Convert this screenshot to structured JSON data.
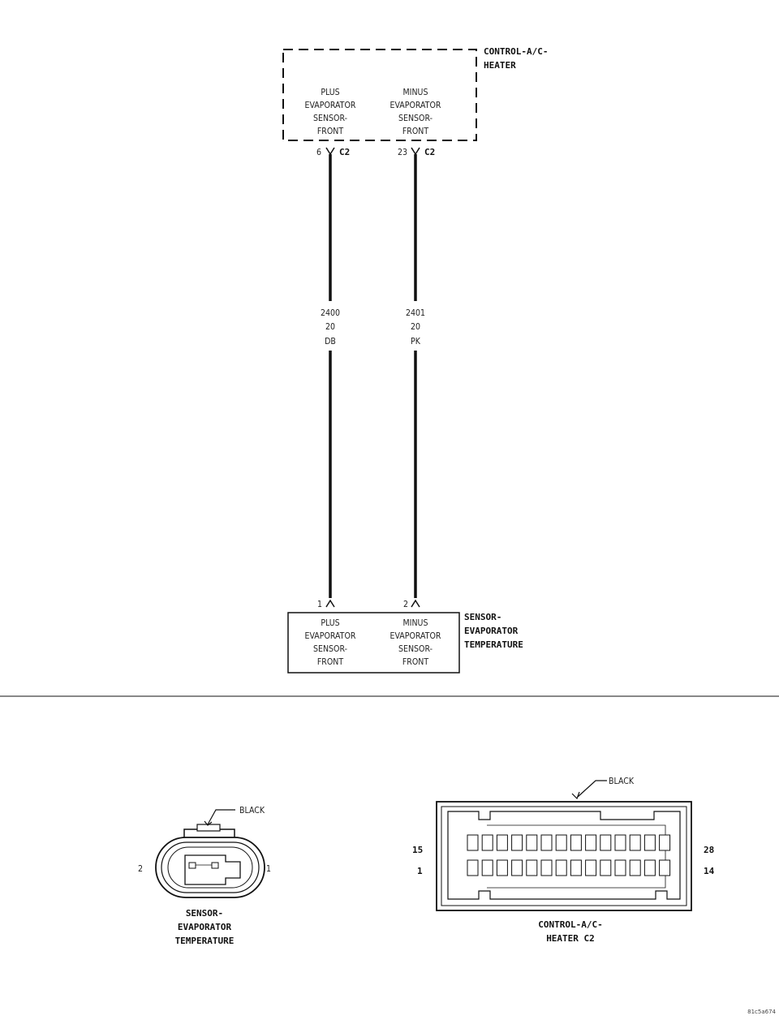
{
  "top_module": {
    "title_lines": [
      "CONTROL-A/C-",
      "HEATER"
    ],
    "left_label": [
      "PLUS",
      "EVAPORATOR",
      "SENSOR-",
      "FRONT"
    ],
    "right_label": [
      "MINUS",
      "EVAPORATOR",
      "SENSOR-",
      "FRONT"
    ]
  },
  "top_pins": {
    "left_pin": "6",
    "left_connector": "C2",
    "right_pin": "23",
    "right_connector": "C2"
  },
  "wires": [
    {
      "circuit": "2400",
      "gauge": "20",
      "color": "DB"
    },
    {
      "circuit": "2401",
      "gauge": "20",
      "color": "PK"
    }
  ],
  "bottom_pins": {
    "left_pin": "1",
    "right_pin": "2"
  },
  "bottom_module": {
    "title_lines": [
      "SENSOR-",
      "EVAPORATOR",
      "TEMPERATURE"
    ],
    "left_label": [
      "PLUS",
      "EVAPORATOR",
      "SENSOR-",
      "FRONT"
    ],
    "right_label": [
      "MINUS",
      "EVAPORATOR",
      "SENSOR-",
      "FRONT"
    ]
  },
  "sensor_connector": {
    "color_label": "BLACK",
    "pin_left": "2",
    "pin_right": "1",
    "caption_lines": [
      "SENSOR-",
      "EVAPORATOR",
      "TEMPERATURE"
    ]
  },
  "control_connector": {
    "color_label": "BLACK",
    "top_left_pin": "15",
    "bottom_left_pin": "1",
    "top_right_pin": "28",
    "bottom_right_pin": "14",
    "cavities_per_row": 14,
    "caption_lines": [
      "CONTROL-A/C-",
      "HEATER C2"
    ]
  },
  "figure_id": "81c5a674"
}
